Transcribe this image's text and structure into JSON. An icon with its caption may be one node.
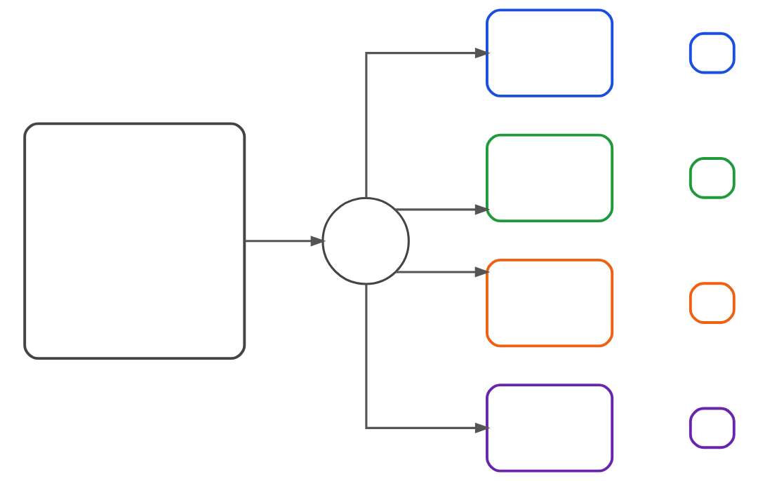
{
  "diagram": {
    "nodes": [
      {
        "text": [],
        "shape": "toolbox"
      },
      {
        "text": [],
        "shape": "person"
      },
      {
        "text": [],
        "shape": "toolbox"
      },
      {
        "text": [],
        "shape": "toolbox"
      },
      {
        "text": [],
        "shape": "toolbox"
      },
      {
        "text": [],
        "shape": "toolbox"
      },
      {
        "text": [],
        "shape": "robot"
      },
      {
        "text": [],
        "shape": "robot"
      },
      {
        "text": [],
        "shape": "robot"
      },
      {
        "text": [],
        "shape": "robot"
      }
    ],
    "edges": [
      {
        "from": 0,
        "to": 1,
        "arrow": "to"
      },
      {
        "from": 1,
        "to": 2,
        "arrow": "to"
      },
      {
        "from": 1,
        "to": 3,
        "arrow": "to"
      },
      {
        "from": 1,
        "to": 4,
        "arrow": "to"
      },
      {
        "from": 1,
        "to": 5,
        "arrow": "to"
      }
    ]
  }
}
